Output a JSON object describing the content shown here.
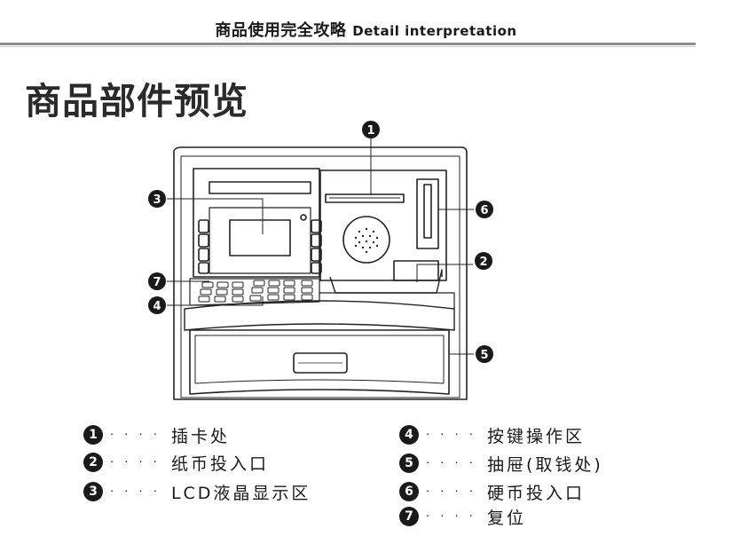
{
  "header": {
    "title_cn": "商品使用完全攻略",
    "title_en": "Detail interpretation"
  },
  "section_title": "商品部件预览",
  "callouts": [
    "1",
    "2",
    "3",
    "4",
    "5",
    "6",
    "7"
  ],
  "legend": [
    {
      "num": "1",
      "dots": "· · · ·",
      "label": "插卡处"
    },
    {
      "num": "2",
      "dots": "· · · ·",
      "label": "纸币投入口"
    },
    {
      "num": "3",
      "dots": "· · · ·",
      "label": "LCD液晶显示区"
    },
    {
      "num": "4",
      "dots": "· · · ·",
      "label": "按键操作区"
    },
    {
      "num": "5",
      "dots": "· · · ·",
      "label": "抽屉(取钱处)"
    },
    {
      "num": "6",
      "dots": "· · · ·",
      "label": "硬币投入口"
    },
    {
      "num": "7",
      "dots": "· · · ·",
      "label": "复位"
    }
  ]
}
